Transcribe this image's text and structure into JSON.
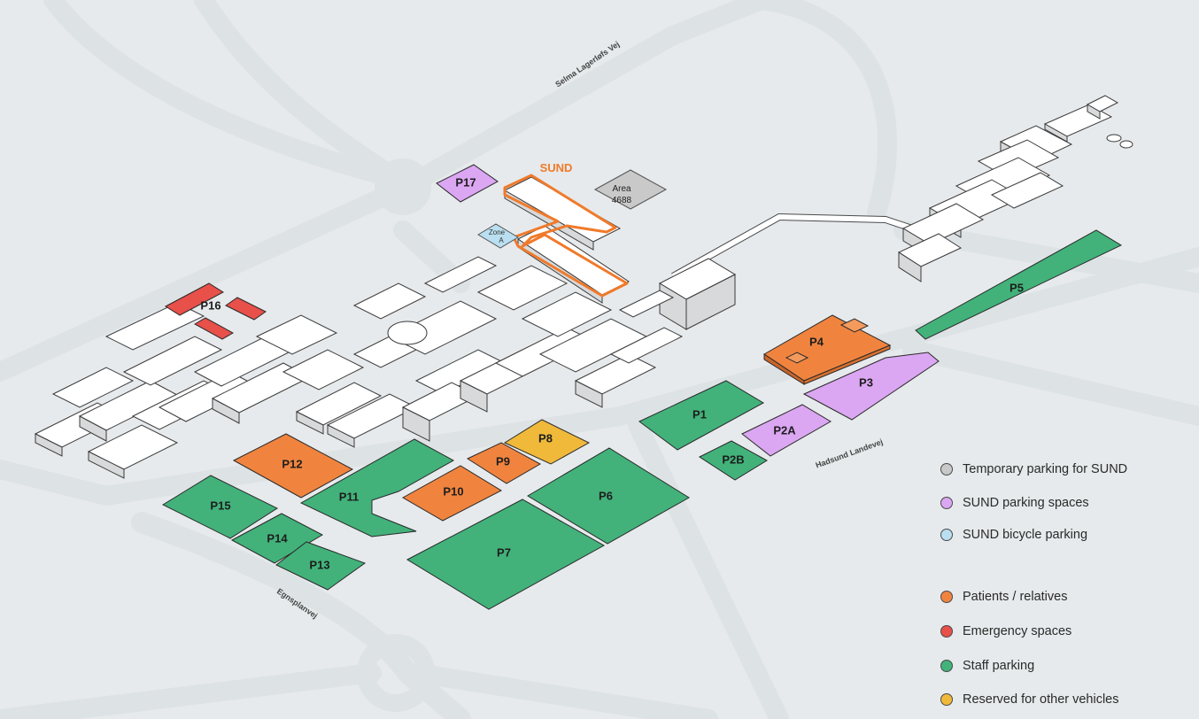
{
  "roads": {
    "selma": "Selma Lagerløfs Vej",
    "hadsund": "Hadsund Landevej",
    "egnsplan": "Egnsplanvej"
  },
  "sund_label": "SUND",
  "area": {
    "line1": "Area",
    "line2": "4688"
  },
  "zone": {
    "line1": "Zone",
    "line2": "A"
  },
  "lots": {
    "p1": "P1",
    "p2a": "P2A",
    "p2b": "P2B",
    "p3": "P3",
    "p4": "P4",
    "p5": "P5",
    "p6": "P6",
    "p7": "P7",
    "p8": "P8",
    "p9": "P9",
    "p10": "P10",
    "p11": "P11",
    "p12": "P12",
    "p13": "P13",
    "p14": "P14",
    "p15": "P15",
    "p16": "P16",
    "p17": "P17"
  },
  "colors": {
    "staff": "#42b27a",
    "patients": "#f0843f",
    "emergency": "#e8504a",
    "reserved": "#f0b93a",
    "sund_parking": "#dba6f2",
    "sund_temp": "#c9c9c9",
    "sund_bicycle": "#b9dff0",
    "sund_outline": "#f07a2a"
  },
  "legend": [
    {
      "label": "Temporary parking for SUND",
      "color": "#c9c9c9"
    },
    {
      "label": "SUND parking spaces",
      "color": "#dba6f2"
    },
    {
      "label": "SUND bicycle parking",
      "color": "#b9dff0"
    },
    {
      "label": "Patients / relatives",
      "color": "#f0843f"
    },
    {
      "label": "Emergency spaces",
      "color": "#e8504a"
    },
    {
      "label": "Staff parking",
      "color": "#42b27a"
    },
    {
      "label": "Reserved for other vehicles",
      "color": "#f0b93a"
    }
  ]
}
